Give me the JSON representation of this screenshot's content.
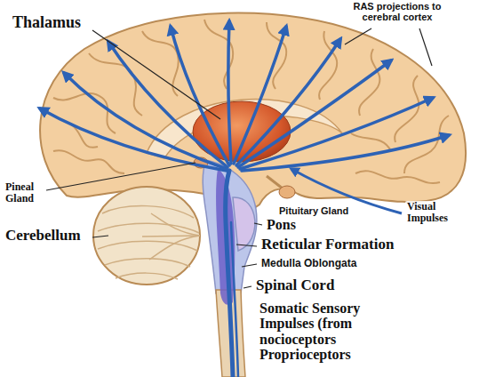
{
  "diagram": {
    "labels": [
      "Thalamus",
      "RAS projections to cerebral cortex",
      "Pineal Gland",
      "Cerebellum",
      "Pituitary Gland",
      "Visual Impulses",
      "Pons",
      "Reticular Formation",
      "Medulla Oblongata",
      "Spinal Cord",
      "Somatic Sensory Impulses (from nocioceptors Proprioceptors"
    ]
  }
}
